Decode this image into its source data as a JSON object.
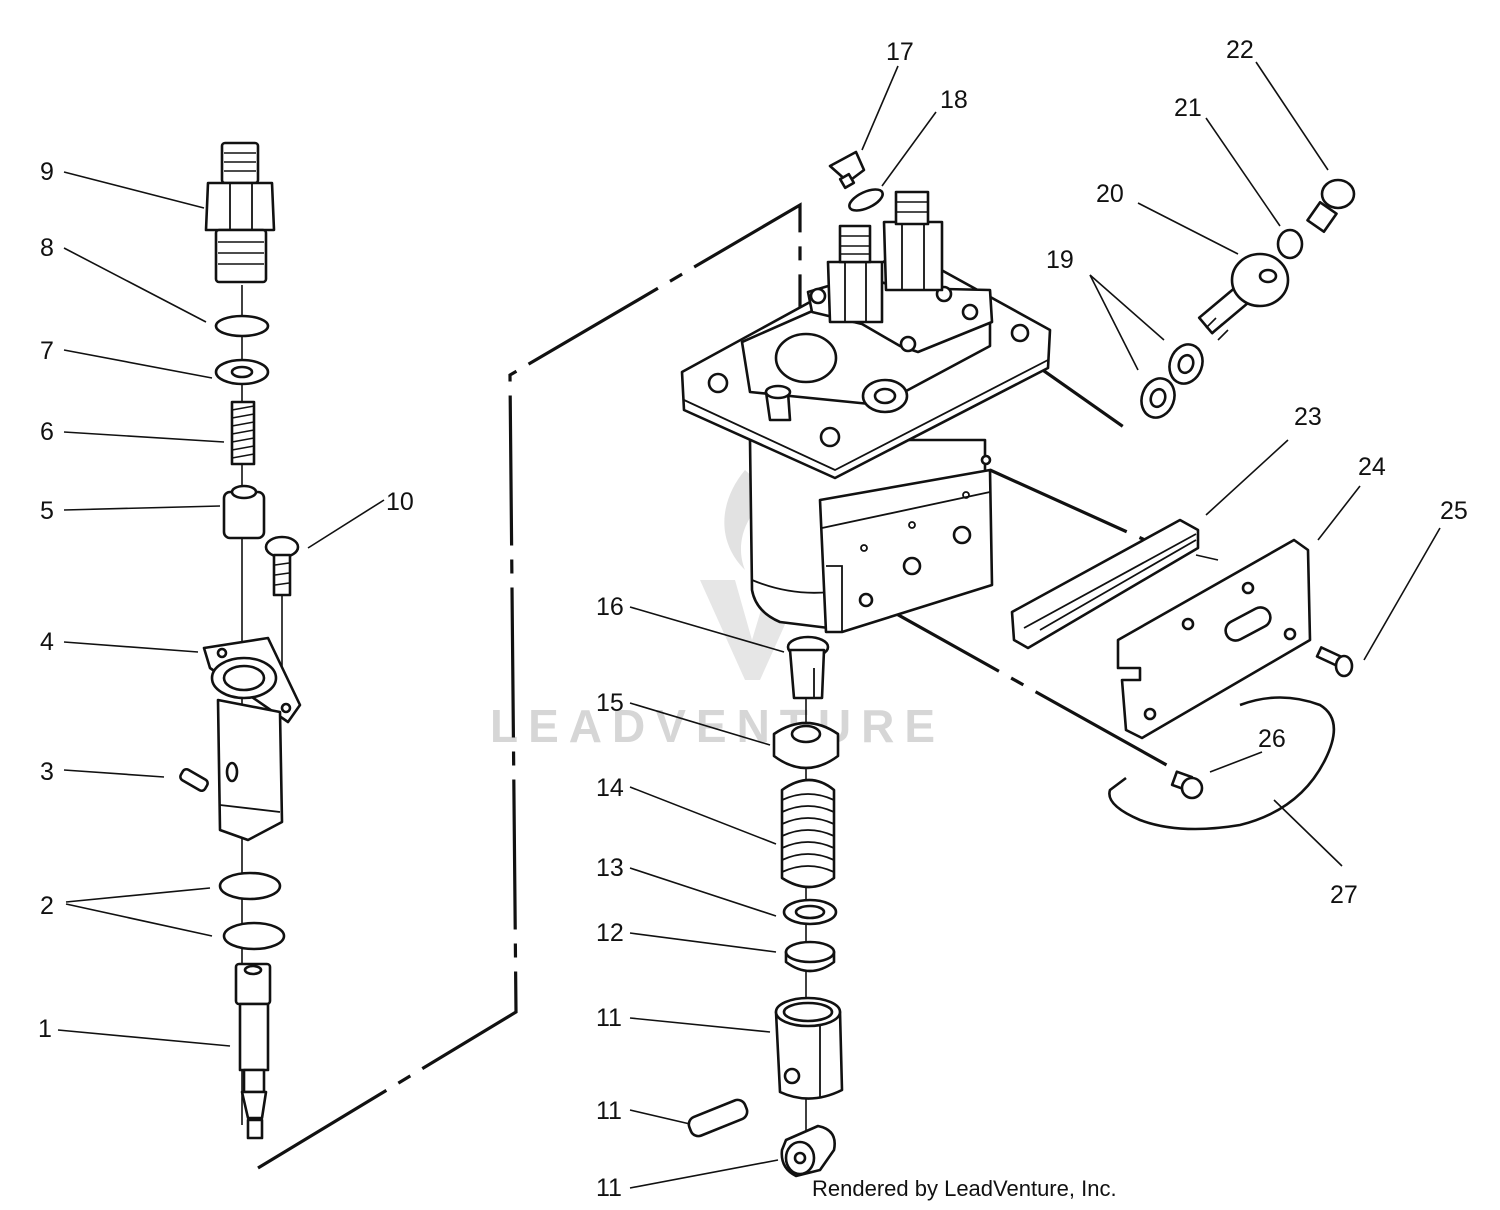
{
  "callouts": [
    {
      "id": "c1",
      "label": "1"
    },
    {
      "id": "c2",
      "label": "2"
    },
    {
      "id": "c3",
      "label": "3"
    },
    {
      "id": "c4",
      "label": "4"
    },
    {
      "id": "c5",
      "label": "5"
    },
    {
      "id": "c6",
      "label": "6"
    },
    {
      "id": "c7",
      "label": "7"
    },
    {
      "id": "c8",
      "label": "8"
    },
    {
      "id": "c9",
      "label": "9"
    },
    {
      "id": "c10",
      "label": "10"
    },
    {
      "id": "c11a",
      "label": "11"
    },
    {
      "id": "c11b",
      "label": "11"
    },
    {
      "id": "c11c",
      "label": "11"
    },
    {
      "id": "c12",
      "label": "12"
    },
    {
      "id": "c13",
      "label": "13"
    },
    {
      "id": "c14",
      "label": "14"
    },
    {
      "id": "c15",
      "label": "15"
    },
    {
      "id": "c16",
      "label": "16"
    },
    {
      "id": "c17",
      "label": "17"
    },
    {
      "id": "c18",
      "label": "18"
    },
    {
      "id": "c19",
      "label": "19"
    },
    {
      "id": "c20",
      "label": "20"
    },
    {
      "id": "c21",
      "label": "21"
    },
    {
      "id": "c22",
      "label": "22"
    },
    {
      "id": "c23",
      "label": "23"
    },
    {
      "id": "c24",
      "label": "24"
    },
    {
      "id": "c25",
      "label": "25"
    },
    {
      "id": "c26",
      "label": "26"
    },
    {
      "id": "c27",
      "label": "27"
    }
  ],
  "watermark": "LEADVENTURE",
  "credit": "Rendered by LeadVenture, Inc."
}
